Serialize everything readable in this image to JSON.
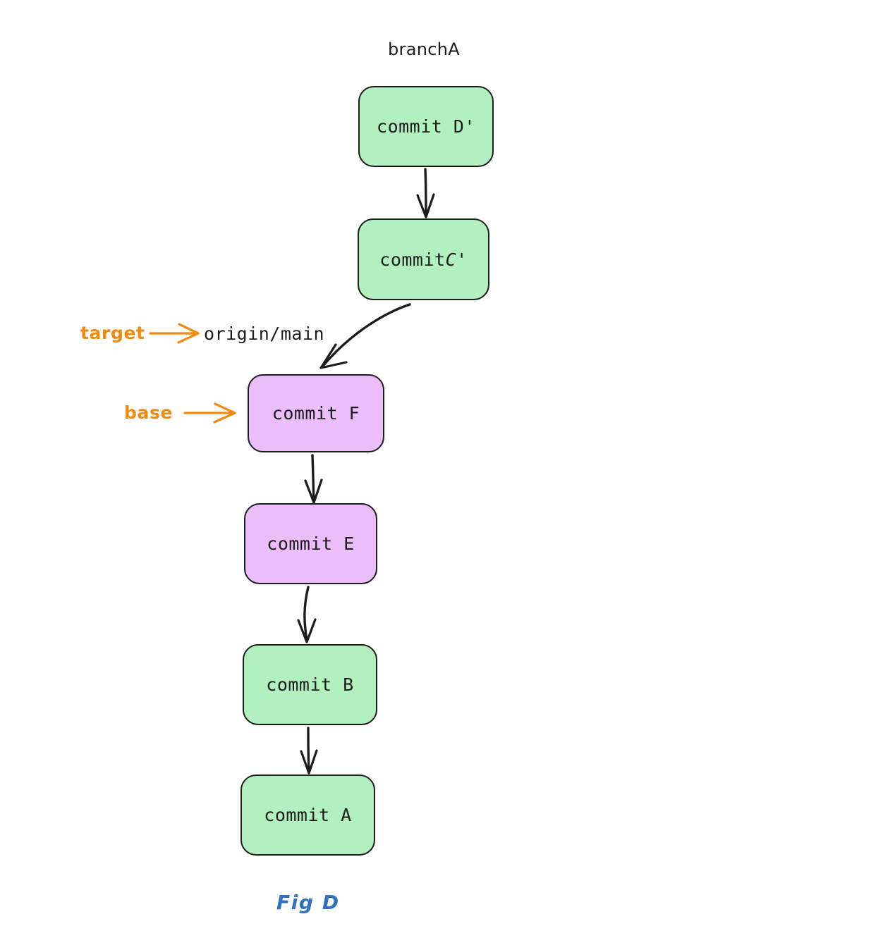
{
  "figure": {
    "caption": "Fig D",
    "caption_color": "#2f72c4",
    "background": "#ffffff",
    "stroke_color": "#1c1c1c",
    "annotation_color": "#ef8a10",
    "green_fill": "#b3f0bf",
    "purple_fill": "#ebbdf9"
  },
  "branch_labels": {
    "branchA": "branchA",
    "origin_main": "origin/main"
  },
  "annotations": {
    "target": "target",
    "base": "base"
  },
  "nodes": {
    "d_prime": {
      "label": "commit D'",
      "color": "green"
    },
    "c_prime_prefix": "commit ",
    "c_prime_name": "C'",
    "c_prime": {
      "label": "commit C'",
      "color": "green"
    },
    "f": {
      "label": "commit F",
      "color": "purple"
    },
    "e": {
      "label": "commit E",
      "color": "purple"
    },
    "b": {
      "label": "commit B",
      "color": "green"
    },
    "a": {
      "label": "commit A",
      "color": "green"
    }
  }
}
